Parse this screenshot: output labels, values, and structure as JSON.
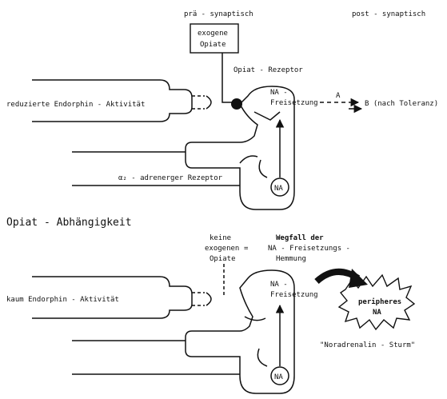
{
  "top": {
    "prae_synaptisch": "prä - synaptisch",
    "post_synaptisch": "post - synaptisch",
    "exogene_opiate_line1": "exogene",
    "exogene_opiate_line2": "Opiate",
    "opiat_rezeptor": "Opiat - Rezeptor",
    "reduzierte_endorphin": "reduzierte Endorphin - Aktivität",
    "na_freisetzung_line1": "NA -",
    "na_freisetzung_line2": "Freisetzung",
    "arrow_label_a": "A",
    "nach_toleranz": "B (nach Toleranz)",
    "alpha2_rezeptor": "α₂ - adrenerger Rezeptor",
    "na_vesicle": "NA"
  },
  "heading": "Opiat - Abhängigkeit",
  "bottom": {
    "keine_line1": "keine",
    "keine_line2": "exogenen",
    "keine_line3": "Opiate",
    "equals": "=",
    "wegfall_line1": "Wegfall der",
    "wegfall_line2": "NA - Freisetzungs -",
    "wegfall_line3": "Hemmung",
    "kaum_endorphin": "kaum Endorphin - Aktivität",
    "na_freisetzung_line1": "NA -",
    "na_freisetzung_line2": "Freisetzung",
    "peripheres_line1": "peripheres",
    "peripheres_line2": "NA",
    "sturm": "\"Noradrenalin - Sturm\"",
    "na_vesicle": "NA"
  }
}
